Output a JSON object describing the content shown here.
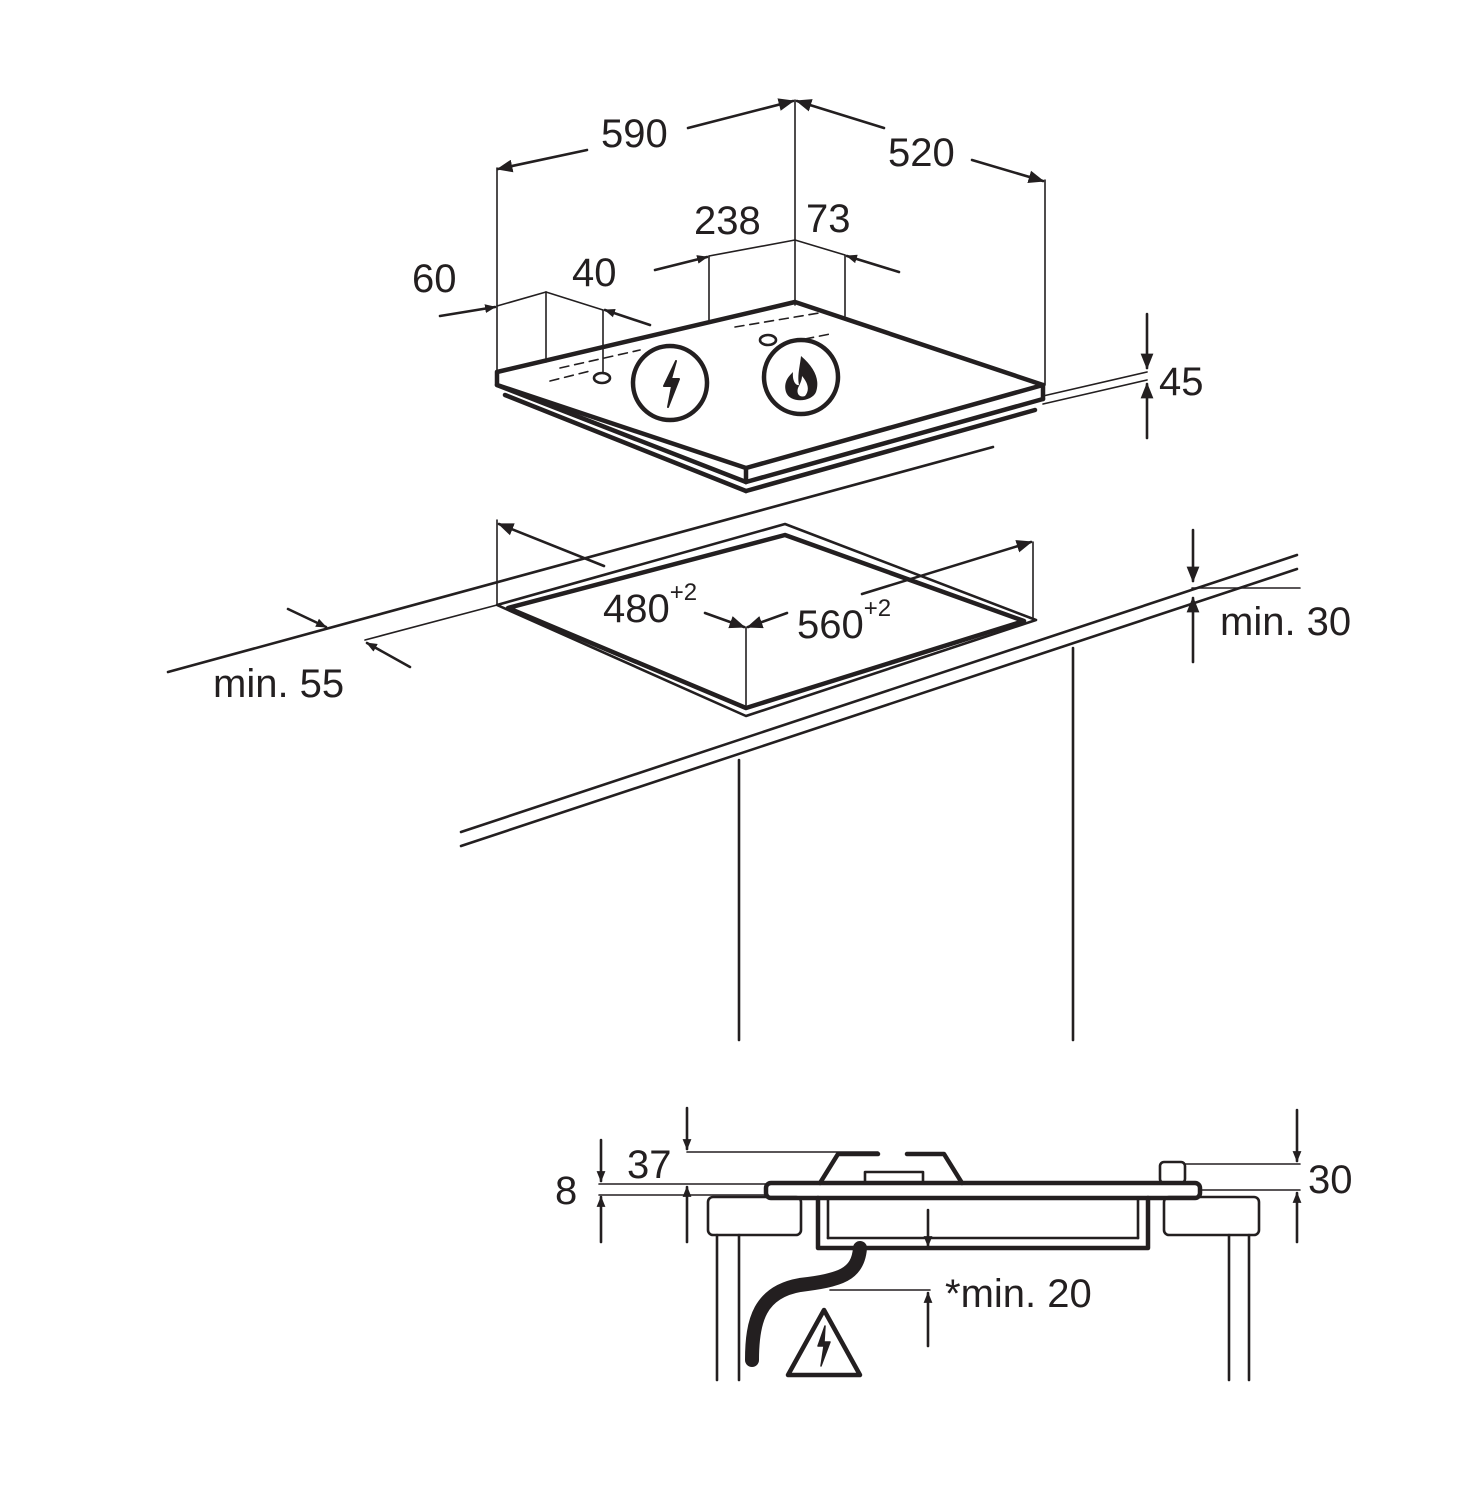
{
  "dimensions": {
    "hob_width": "590",
    "hob_depth": "520",
    "left_offset": "60",
    "knob_offset": "40",
    "back_span": "238",
    "back_offset": "73",
    "hob_height": "45",
    "cutout_depth": "480",
    "cutout_depth_tol": "+2",
    "cutout_width": "560",
    "cutout_width_tol": "+2",
    "front_clearance": "min. 55",
    "worktop_clearance": "min. 30",
    "side_offset": "8",
    "side_height": "37",
    "right_height": "30",
    "bottom_clearance": "*min. 20"
  },
  "icons": [
    "electric-supply-icon",
    "gas-flame-icon",
    "electric-warning-icon"
  ],
  "colors": {
    "line": "#231f20",
    "background": "#ffffff"
  }
}
